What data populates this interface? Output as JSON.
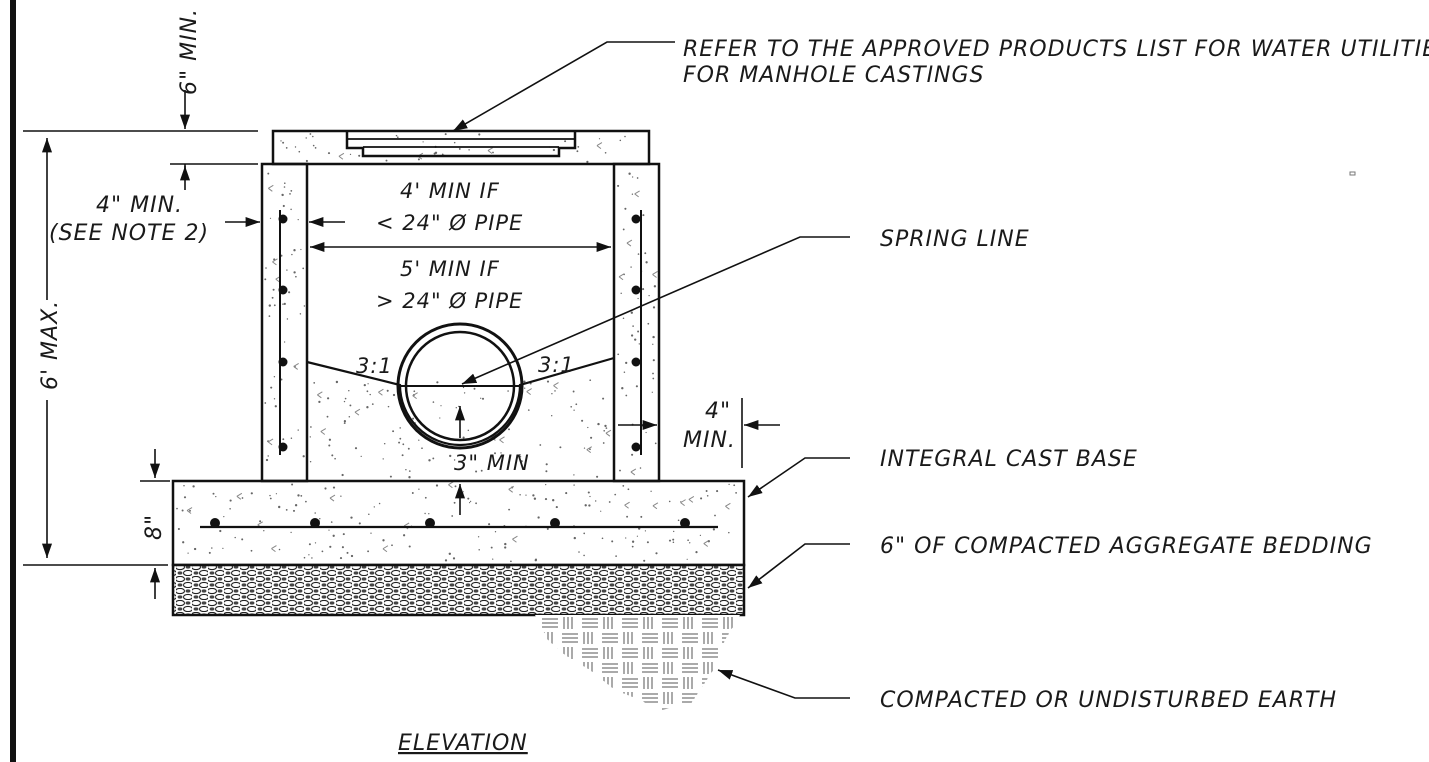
{
  "labels": {
    "castings_line1": "REFER TO THE APPROVED PRODUCTS LIST FOR WATER UTILITIES",
    "castings_line2": "FOR MANHOLE CASTINGS",
    "spring_line": "SPRING LINE",
    "integral_base": "INTEGRAL CAST BASE",
    "bedding": "6\" OF COMPACTED AGGREGATE BEDDING",
    "earth": "COMPACTED OR UNDISTURBED EARTH",
    "title": "ELEVATION"
  },
  "dimensions": {
    "six_min": "6\" MIN.",
    "four_min_wall_line1": "4\" MIN.",
    "four_min_wall_line2": "(SEE NOTE 2)",
    "six_max": "6' MAX.",
    "width_1_line1": "4' MIN IF",
    "width_1_line2": "< 24\" Ø PIPE",
    "width_2_line1": "5' MIN IF",
    "width_2_line2": "> 24\" Ø PIPE",
    "slope_left": "3:1",
    "slope_right": "3:1",
    "three_min": "3\" MIN",
    "four_min_right_line1": "4\"",
    "four_min_right_line2": "MIN.",
    "eight_in": "8\""
  },
  "colors": {
    "line": "#111111",
    "text": "#1a1a1a",
    "background": "#ffffff"
  }
}
